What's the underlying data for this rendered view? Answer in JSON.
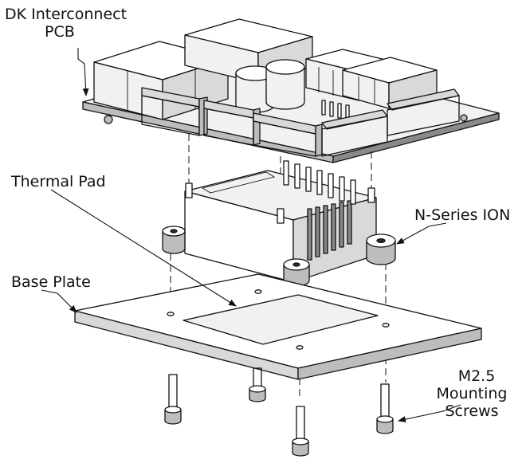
{
  "labels": {
    "pcb_line1": "DK Interconnect",
    "pcb_line2": "PCB",
    "thermal_pad": "Thermal Pad",
    "ion": "N-Series ION",
    "base_plate": "Base Plate",
    "screws_line1": "M2.5",
    "screws_line2": "Mounting",
    "screws_line3": "Screws"
  },
  "colors": {
    "line": "#111111",
    "paper": "#ffffff"
  }
}
